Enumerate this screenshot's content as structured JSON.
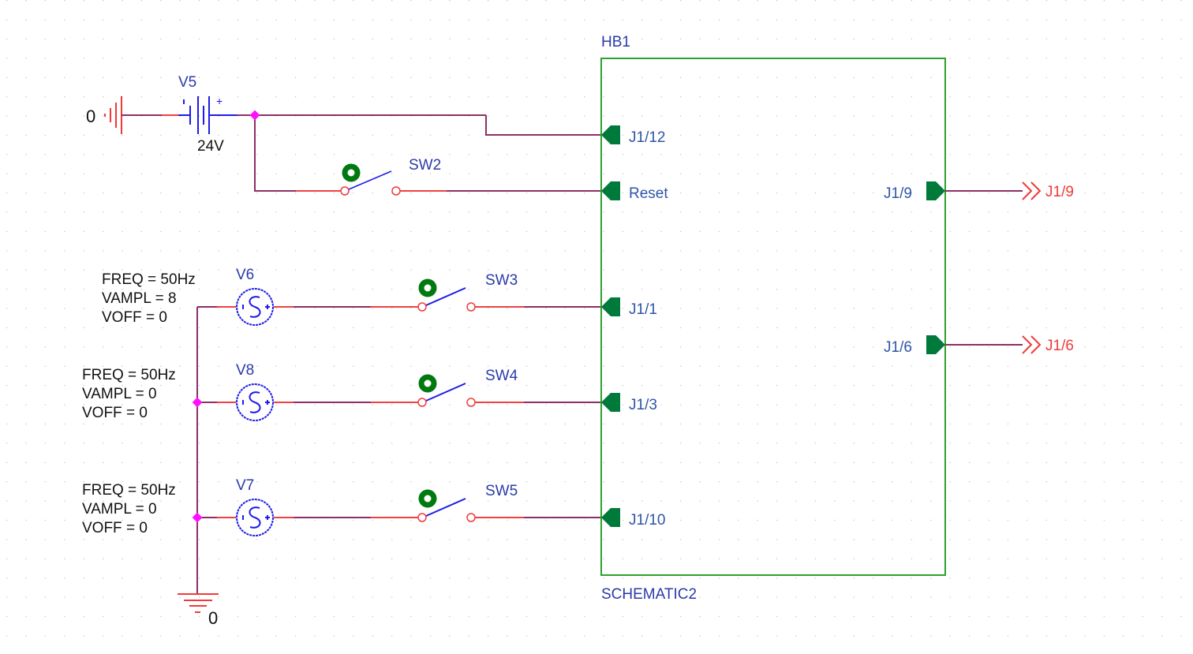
{
  "schematic": {
    "hierarchical_block": {
      "ref": "HB1",
      "name": "SCHEMATIC2",
      "left_ports": [
        "J1/12",
        "Reset",
        "J1/1",
        "J1/3",
        "J1/10"
      ],
      "right_ports": [
        "J1/9",
        "J1/6"
      ]
    },
    "offpage_connectors": [
      "J1/9",
      "J1/6"
    ],
    "dc_source": {
      "ref": "V5",
      "value": "24V",
      "ground_label": "0"
    },
    "switches": [
      "SW2",
      "SW3",
      "SW4",
      "SW5"
    ],
    "sine_sources": [
      {
        "ref": "V6",
        "freq": "FREQ = 50Hz",
        "vampl": "VAMPL = 8",
        "voff": "VOFF = 0"
      },
      {
        "ref": "V8",
        "freq": "FREQ = 50Hz",
        "vampl": "VAMPL = 0",
        "voff": "VOFF = 0"
      },
      {
        "ref": "V7",
        "freq": "FREQ = 50Hz",
        "vampl": "VAMPL = 0",
        "voff": "VOFF = 0"
      }
    ],
    "ground": {
      "label": "0"
    },
    "colors": {
      "wire": "#8c2f64",
      "pin": "#f03a3a",
      "symbol": "#1c1ce8",
      "block_border": "#2ea02e",
      "port": "#007a3a",
      "junction": "#ff10ff",
      "switch_knob": "#007a10"
    }
  }
}
